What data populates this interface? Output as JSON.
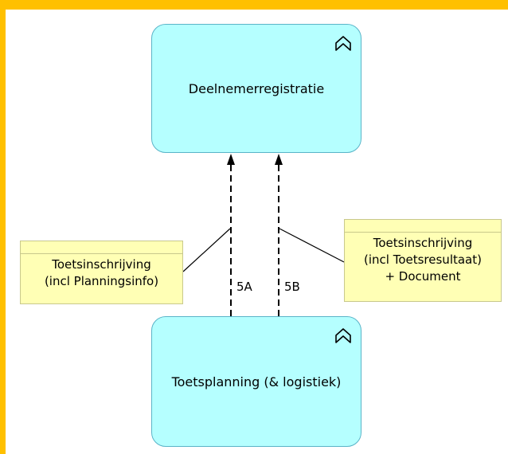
{
  "services": {
    "top": {
      "label": "Deelnemerregistratie",
      "icon": "application-service-icon"
    },
    "bottom": {
      "label": "Toetsplanning (& logistiek)",
      "icon": "application-service-icon"
    }
  },
  "data_objects": {
    "left": {
      "lines": [
        "Toetsinschrijving",
        "(incl Planningsinfo)"
      ]
    },
    "right": {
      "lines": [
        "Toetsinschrijving",
        "(incl Toetsresultaat)",
        "+ Document"
      ]
    }
  },
  "flows": {
    "a": {
      "label": "5A"
    },
    "b": {
      "label": "5B"
    }
  },
  "colors": {
    "frame": "#ffc000",
    "service_fill": "#b5ffff",
    "service_border": "#5ab4c8",
    "data_object_fill": "#ffffb5",
    "data_object_border": "#c8c88c",
    "line": "#000000"
  }
}
